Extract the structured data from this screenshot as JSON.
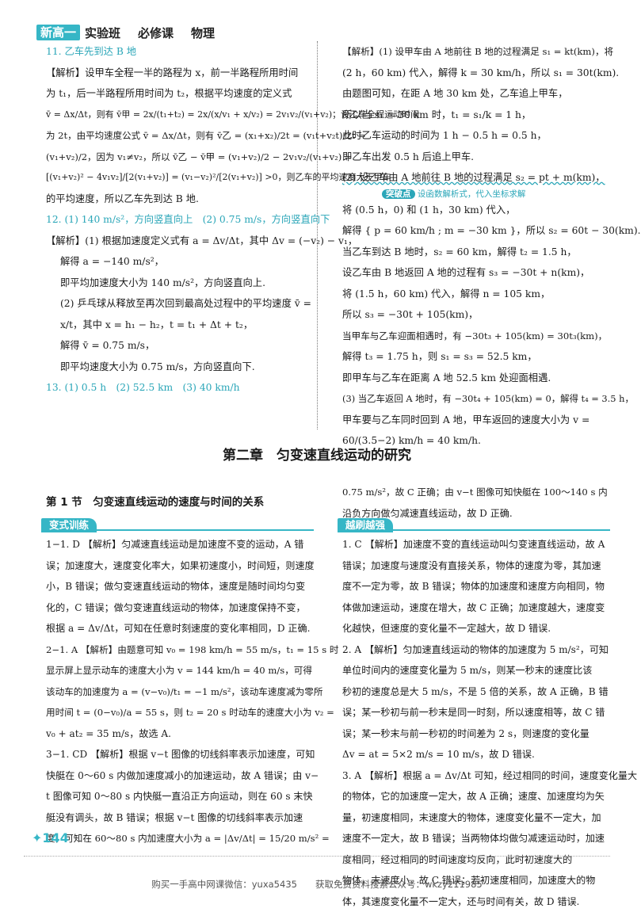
{
  "header": {
    "tag": "新高一",
    "item1": "实验班",
    "item2": "必修课",
    "item3": "物理"
  },
  "left_top": [
    "11. 乙车先到达 B 地",
    "【解析】设甲车全程一半的路程为 x，前一半路程所用时间",
    "为 t₁，后一半路程所用时间为 t₂，根据平均速度的定义式",
    "v̄ = Δx/Δt，则有 v̄甲 = 2x/(t₁+t₂) = 2x/(x/v₁ + x/v₂) = 2v₁v₂/(v₁+v₂)；设乙车全程运动时间",
    "为 2t，由平均速度公式 v̄ = Δx/Δt，则有 v̄乙 = (x₁+x₂)/2t = (v₁t+v₂t)/2t =",
    "(v₁+v₂)/2，因为 v₁≠v₂，所以 v̄乙 − v̄甲 = (v₁+v₂)/2 − 2v₁v₂/(v₁+v₂) =",
    "[(v₁+v₂)² − 4v₁v₂]/[2(v₁+v₂)] = (v₁−v₂)²/[2(v₁+v₂)] >0，则乙车的平均速度大于甲车",
    "的平均速度，所以乙车先到达 B 地.",
    "12. (1) 140 m/s²，方向竖直向上　(2) 0.75 m/s，方向竖直向下",
    "【解析】(1) 根据加速度定义式有 a = Δv/Δt，其中 Δv = (−v₂) − v₁，",
    "解得 a = −140 m/s²，",
    "即平均加速度大小为 140 m/s²，方向竖直向上.",
    "(2) 乒乓球从释放至再次回到最高处过程中的平均速度 v̄ =",
    "x/t，其中 x = h₁ − h₂，t = t₁ + Δt + t₂，",
    "解得 v̄ = 0.75 m/s，",
    "即平均速度大小为 0.75 m/s，方向竖直向下.",
    "13. (1) 0.5 h　(2) 52.5 km　(3) 40 km/h"
  ],
  "right_top": [
    "【解析】(1) 设甲车由 A 地前往 B 地的过程满足 s₁ = kt(km)，将",
    "(2 h，60 km) 代入，解得 k = 30 km/h，所以 s₁ = 30t(km).",
    "由题图可知，在距 A 地 30 km 处，乙车追上甲车，",
    "所以当 s₁ = 30 km 时，t₁ = s₁/k = 1 h，",
    "此时乙车运动的时间为 1 h − 0.5 h = 0.5 h，",
    "即乙车出发 0.5 h 后追上甲车.",
    "(2) 设乙车由 A 地前往 B 地的过程满足 s₂ = pt + m(km)，",
    "突破点",
    "设函数解析式，代入坐标求解",
    "将 (0.5 h，0) 和 (1 h，30 km) 代入，",
    "解得 { p = 60 km/h ; m = −30 km }，所以 s₂ = 60t − 30(km).",
    "当乙车到达 B 地时，s₂ = 60 km，解得 t₂ = 1.5 h，",
    "设乙车由 B 地返回 A 地的过程有 s₃ = −30t + n(km)，",
    "将 (1.5 h，60 km) 代入，解得 n = 105 km，",
    "所以 s₃ = −30t + 105(km)，",
    "当甲车与乙车迎面相遇时，有 −30t₃ + 105(km) = 30t₃(km)，",
    "解得 t₃ = 1.75 h，则 s₁ = s₃ = 52.5 km，",
    "即甲车与乙车在距离 A 地 52.5 km 处迎面相遇.",
    "(3) 当乙车返回 A 地时，有 −30t₄ + 105(km) = 0，解得 t₄ = 3.5 h，",
    "甲车要与乙车同时回到 A 地，甲车返回的速度大小为 v =",
    "60/(3.5−2) km/h = 40 km/h."
  ],
  "chapter_title": "第二章　匀变速直线运动的研究",
  "section_title": "第 1 节　匀变速直线运动的速度与时间的关系",
  "band_left": "变式训练",
  "band_right": "越刷越强",
  "left_bottom": [
    "1−1. D 【解析】匀减速直线运动是加速度不变的运动，A 错",
    "误；加速度大，速度变化率大，如果初速度小，时间短，则速度",
    "小，B 错误；做匀变速直线运动的物体，速度是随时间均匀变",
    "化的，C 错误；做匀变速直线运动的物体，加速度保持不变，",
    "根据 a = Δv/Δt，可知在任意时刻速度的变化率相同，D 正确.",
    "2−1. A 【解析】由题意可知 v₀ = 198 km/h = 55 m/s，t₁ = 15 s 时",
    "显示屏上显示动车的速度大小为 v = 144 km/h = 40 m/s，可得",
    "该动车的加速度为 a = (v−v₀)/t₁ = −1 m/s²，该动车速度减为零所",
    "用时间 t = (0−v₀)/a = 55 s，则 t₂ = 20 s 时动车的速度大小为 v₂ =",
    "v₀ + at₂ = 35 m/s，故选 A.",
    "3−1. CD 【解析】根据 v−t 图像的切线斜率表示加速度，可知",
    "快艇在 0～60 s 内做加速度减小的加速运动，故 A 错误；由 v−",
    "t 图像可知 0～80 s 内快艇一直沿正方向运动，则在 60 s 末快",
    "艇没有调头，故 B 错误；根据 v−t 图像的切线斜率表示加速",
    "度，可知在 60～80 s 内加速度大小为 a = |Δv/Δt| = 15/20 m/s² ="
  ],
  "right_bottom": [
    "0.75 m/s²，故 C 正确；由 v−t 图像可知快艇在 100～140 s 内",
    "沿负方向做匀减速直线运动，故 D 正确.",
    "1. C 【解析】加速度不变的直线运动叫匀变速直线运动，故 A",
    "错误；加速度与速度没有直接关系，物体的速度为零，其加速",
    "度不一定为零，故 B 错误；物体的加速度和速度方向相同，物",
    "体做加速运动，速度在增大，故 C 正确；加速度越大，速度变",
    "化越快，但速度的变化量不一定越大，故 D 错误.",
    "2. A 【解析】匀加速直线运动的物体的加速度为 5 m/s²，可知",
    "单位时间内的速度变化量为 5 m/s，则某一秒末的速度比该",
    "秒初的速度总是大 5 m/s，不是 5 倍的关系，故 A 正确，B 错",
    "误；某一秒初与前一秒末是同一时刻，所以速度相等，故 C 错",
    "误；某一秒末与前一秒初的时间差为 2 s，则速度的变化量",
    "Δv = at = 5×2 m/s = 10 m/s，故 D 错误.",
    "3. A 【解析】根据 a = Δv/Δt 可知，经过相同的时间，速度变化量大",
    "的物体，它的加速度一定大，故 A 正确；速度、加速度均为矢",
    "量，初速度相同，末速度大的物体，速度变化量不一定大，加",
    "速度不一定大，故 B 错误；当两物体均做匀减速运动时，加速",
    "度相同，经过相同的时间速度均反向，此时初速度大的",
    "物体，末速度小，故 C 错误；若初速度相同，加速度大的物",
    "体，其速度变化量不一定大，还与时间有关，故 D 错误."
  ],
  "page_number": "144",
  "footer": "购买一手高中网课微信：yuxa5435　　获取免费资料搜索公众号：wkzy211985"
}
